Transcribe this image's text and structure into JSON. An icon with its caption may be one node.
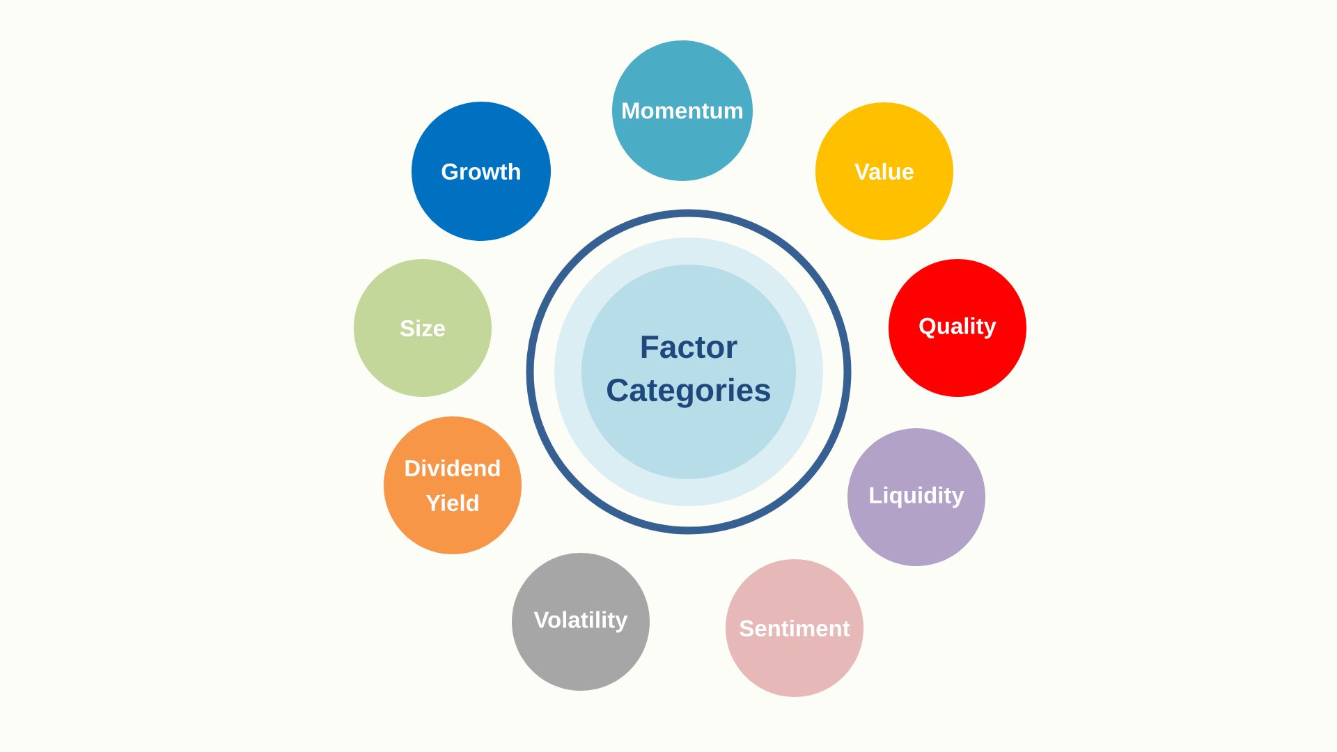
{
  "diagram": {
    "nodes": [
      {
        "text": [
          "Momentum"
        ]
      },
      {
        "text": [
          "Growth"
        ]
      },
      {
        "text": [
          "Value"
        ]
      },
      {
        "text": [
          "Size"
        ]
      },
      {
        "text": [
          "Quality"
        ]
      },
      {
        "text": [
          "Factor Categories"
        ]
      },
      {
        "text": [
          "Dividend Yield"
        ]
      },
      {
        "text": [
          "Liquidity"
        ]
      },
      {
        "text": [
          "Volatility"
        ]
      },
      {
        "text": [
          "Sentiment"
        ]
      }
    ]
  }
}
